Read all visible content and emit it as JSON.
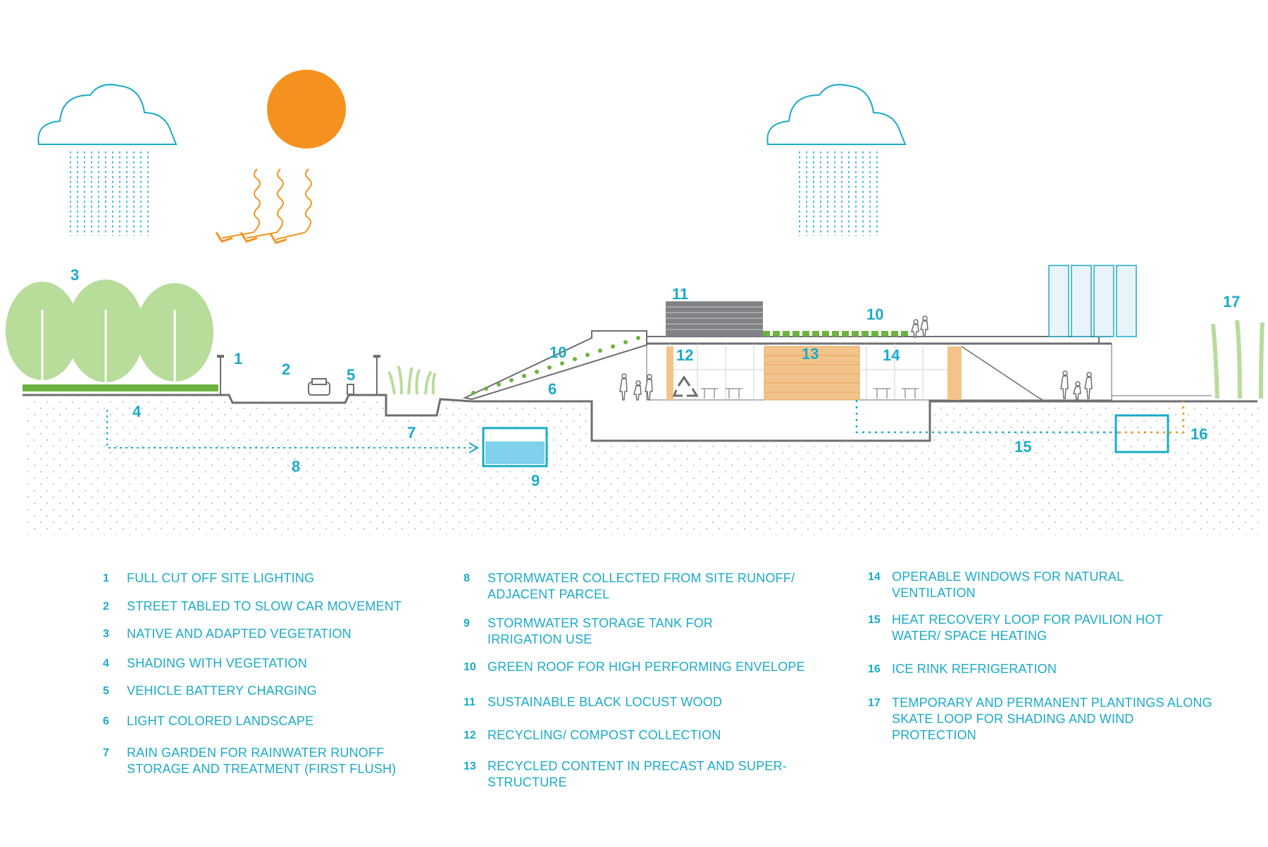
{
  "diagram": {
    "colors": {
      "accent": "#1aabc8",
      "sun": "#f5921f",
      "vegetation": "#b8dc9a",
      "green_roof": "#6cb33f",
      "wood": "#f2c48b",
      "tank_water": "#7fd1ec",
      "ground_line": "#6d6e71",
      "soil_dots": "#c9cccd"
    },
    "icons": [
      "cloud-icon",
      "rain-icon",
      "sun-icon",
      "sun-ray-icon",
      "tree-icon",
      "car-icon",
      "person-icon",
      "recycle-icon",
      "solar-panel-icon",
      "reed-icon",
      "light-pole-icon"
    ],
    "callouts": [
      "1",
      "2",
      "3",
      "4",
      "5",
      "6",
      "7",
      "8",
      "9",
      "10",
      "10",
      "11",
      "12",
      "13",
      "14",
      "15",
      "16",
      "17"
    ]
  },
  "legend": {
    "col1": [
      {
        "num": "1",
        "text": "FULL CUT OFF SITE LIGHTING"
      },
      {
        "num": "2",
        "text": "STREET TABLED TO SLOW CAR MOVEMENT"
      },
      {
        "num": "3",
        "text": "NATIVE AND ADAPTED VEGETATION"
      },
      {
        "num": "4",
        "text": "SHADING WITH VEGETATION"
      },
      {
        "num": "5",
        "text": "VEHICLE BATTERY CHARGING"
      },
      {
        "num": "6",
        "text": "LIGHT COLORED LANDSCAPE"
      },
      {
        "num": "7",
        "text": "RAIN GARDEN FOR RAINWATER RUNOFF STORAGE AND TREATMENT (FIRST FLUSH)"
      }
    ],
    "col2": [
      {
        "num": "8",
        "text": "STORMWATER COLLECTED FROM SITE RUNOFF/ ADJACENT PARCEL"
      },
      {
        "num": "9",
        "text": "STORMWATER STORAGE TANK FOR IRRIGATION USE"
      },
      {
        "num": "10",
        "text": "GREEN ROOF FOR HIGH PERFORMING ENVELOPE"
      },
      {
        "num": "11",
        "text": "SUSTAINABLE BLACK LOCUST WOOD"
      },
      {
        "num": "12",
        "text": "RECYCLING/ COMPOST COLLECTION"
      },
      {
        "num": "13",
        "text": "RECYCLED CONTENT IN PRECAST AND SUPER-STRUCTURE"
      }
    ],
    "col3": [
      {
        "num": "14",
        "text": "OPERABLE WINDOWS FOR NATURAL VENTILATION"
      },
      {
        "num": "15",
        "text": "HEAT RECOVERY LOOP FOR PAVILION HOT WATER/ SPACE HEATING"
      },
      {
        "num": "16",
        "text": "ICE RINK REFRIGERATION"
      },
      {
        "num": "17",
        "text": "TEMPORARY AND PERMANENT PLANTINGS ALONG SKATE LOOP FOR SHADING AND WIND PROTECTION"
      }
    ]
  }
}
